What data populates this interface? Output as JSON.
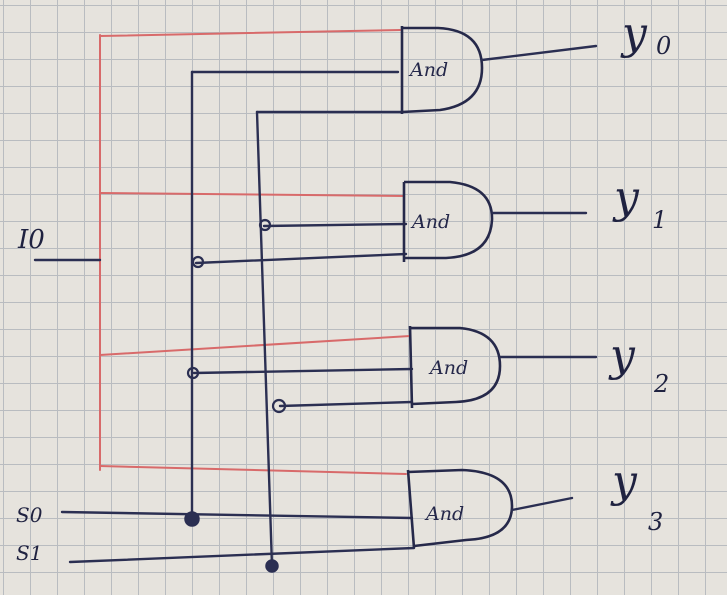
{
  "inputs": {
    "data": "I0",
    "select0": "S0",
    "select1": "S1"
  },
  "gates": [
    {
      "label": "And"
    },
    {
      "label": "And"
    },
    {
      "label": "And"
    },
    {
      "label": "And"
    }
  ],
  "outputs": [
    {
      "name": "y",
      "index": "0"
    },
    {
      "name": "y",
      "index": "1"
    },
    {
      "name": "y",
      "index": "2"
    },
    {
      "name": "y",
      "index": "3"
    }
  ],
  "colors": {
    "ink": "#2b2f52",
    "red_wire": "#d86a6a",
    "paper": "#e6e3dd",
    "grid": "#b9bcc0"
  }
}
